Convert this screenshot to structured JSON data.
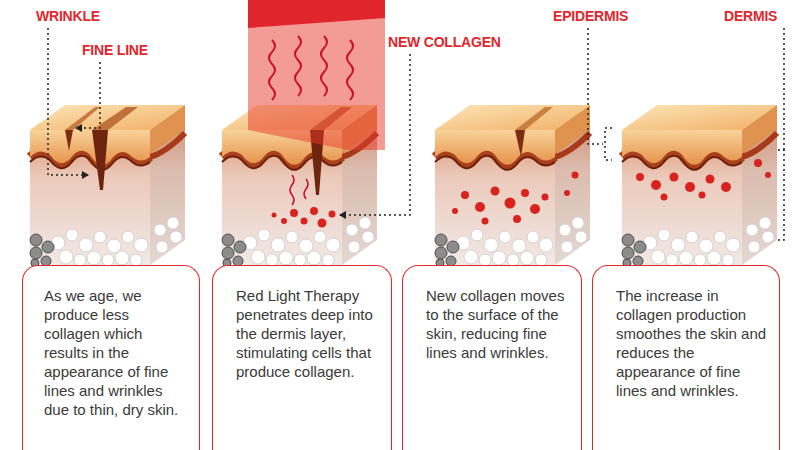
{
  "diagram": {
    "nodes": [
      {
        "text": [
          "As we age, we produce less collagen which results in the appearance of fine lines and wrinkles due to thin, dry skin."
        ]
      },
      {
        "text": [
          "Red Light Therapy penetrates deep into the dermis layer, stimulating cells that produce collagen."
        ]
      },
      {
        "text": [
          "New collagen moves to the surface of the skin, reducing fine lines and wrinkles."
        ]
      },
      {
        "text": [
          "The increase in collagen production smoothes the skin and reduces the appearance of fine lines and wrinkles."
        ]
      }
    ],
    "labels": [
      "WRINKLE",
      "FINE LINE",
      "NEW COLLAGEN",
      "EPIDERMIS",
      "DERMIS"
    ]
  }
}
